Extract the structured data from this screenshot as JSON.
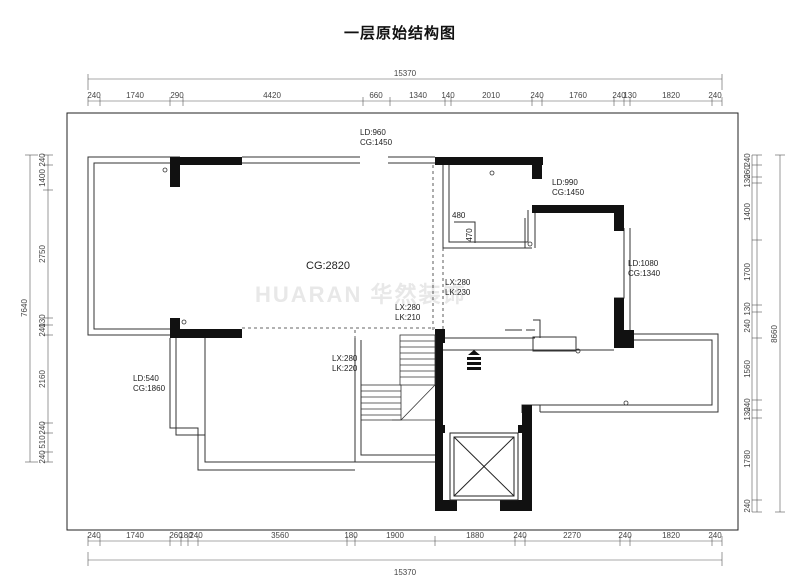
{
  "title": "一层原始结构图",
  "watermark": "HUARAN 华然装饰",
  "dims": {
    "top_total": "15370",
    "bottom_total": "15370",
    "left_total": "7640",
    "right_total": "8660",
    "top": [
      "240",
      "1740",
      "290",
      "4420",
      "660",
      "1340",
      "140",
      "2010",
      "240",
      "1760",
      "240",
      "130",
      "1820",
      "240"
    ],
    "bottom": [
      "240",
      "1740",
      "260",
      "180",
      "240",
      "3560",
      "180",
      "1900",
      "1880",
      "240",
      "2270",
      "240",
      "1820",
      "240"
    ],
    "left": [
      "240",
      "1400",
      "2750",
      "130",
      "240",
      "2160",
      "240",
      "510",
      "240"
    ],
    "right": [
      "240",
      "260",
      "130",
      "1400",
      "1700",
      "130",
      "240",
      "1560",
      "240",
      "130",
      "1780",
      "240"
    ]
  },
  "rooms": {
    "living": "CG:2820",
    "small_box": {
      "w": "480",
      "h": "470"
    }
  },
  "openings": [
    {
      "id": "ld960",
      "lines": [
        "LD:960",
        "CG:1450"
      ]
    },
    {
      "id": "ld990",
      "lines": [
        "LD:990",
        "CG:1450"
      ]
    },
    {
      "id": "ld1080",
      "lines": [
        "LD:1080",
        "CG:1340"
      ]
    },
    {
      "id": "lx280a",
      "lines": [
        "LX:280",
        "LK:230"
      ]
    },
    {
      "id": "lx280b",
      "lines": [
        "LX:280",
        "LK:210"
      ]
    },
    {
      "id": "lx280c",
      "lines": [
        "LX:280",
        "LK:220"
      ]
    },
    {
      "id": "ld540",
      "lines": [
        "LD:540",
        "CG:1860"
      ]
    }
  ]
}
